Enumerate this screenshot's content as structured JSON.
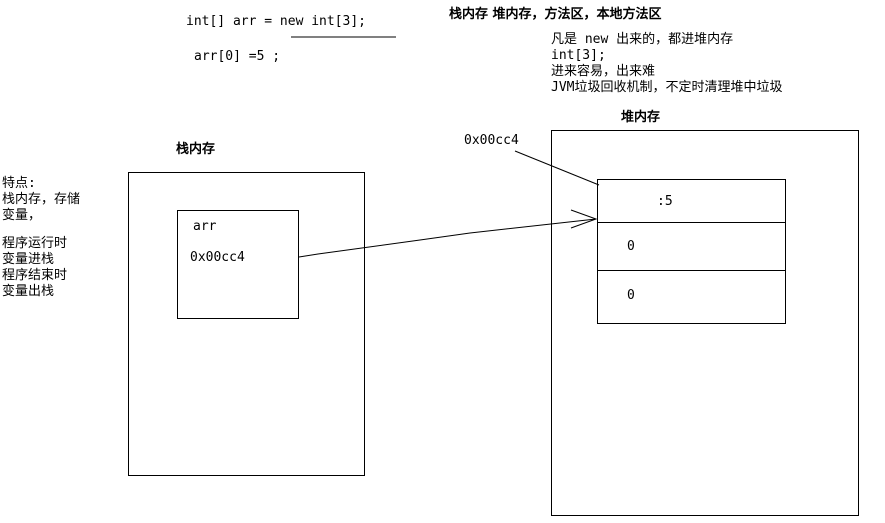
{
  "code": {
    "line1": "int[] arr = new int[3];",
    "line2": "arr[0] =5 ;"
  },
  "notes": {
    "heading": "栈内存 堆内存，方法区，本地方法区",
    "lines": [
      "凡是 new 出来的，都进堆内存",
      "int[3];",
      "进来容易，出来难",
      "JVM垃圾回收机制，不定时清理堆中垃圾"
    ]
  },
  "features": {
    "lines": [
      "特点:",
      "栈内存，存储",
      "变量，",
      "",
      "程序运行时",
      "变量进栈",
      "程序结束时",
      "变量出栈"
    ]
  },
  "stack": {
    "title": "栈内存",
    "var_name": "arr",
    "var_value": "0x00cc4"
  },
  "heap": {
    "title": "堆内存",
    "address": "0x00cc4",
    "cells": [
      ":5",
      "0",
      "0"
    ]
  }
}
